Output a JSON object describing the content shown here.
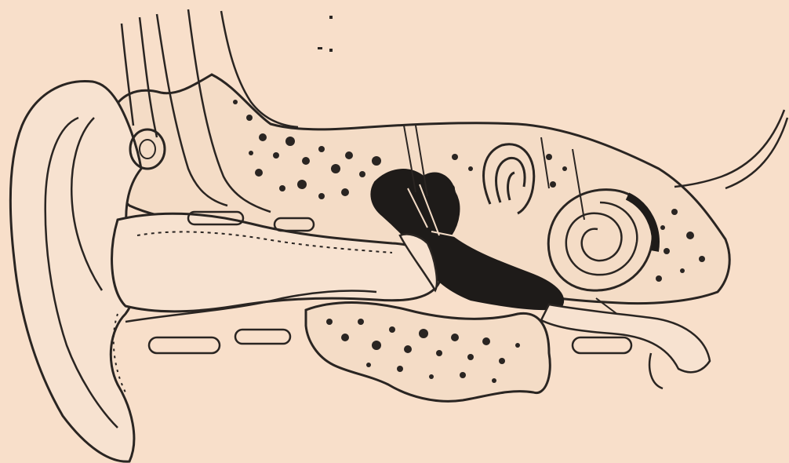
{
  "diagram": {
    "subject": "ear-anatomy-cross-section",
    "style": "hand-drawn-line-art",
    "colors": {
      "background": "#f8dfca",
      "ink": "#2a2522",
      "bone_fill": "#f4dcc6",
      "soft_tissue_fill": "#f7e2d0",
      "dark_fill": "#1e1b19"
    },
    "parts": [
      "outer-ear",
      "ear-canal",
      "skull-bone",
      "eardrum",
      "middle-ear-cavity",
      "semicircular-canals",
      "cochlea",
      "eustachian-tube",
      "lower-bone"
    ],
    "labels": []
  }
}
